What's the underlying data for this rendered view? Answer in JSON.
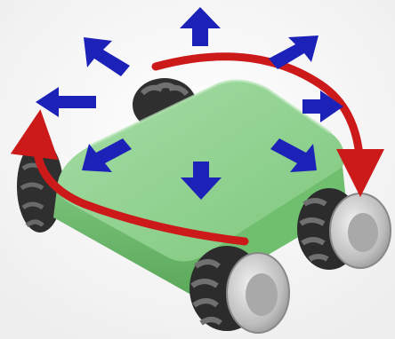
{
  "scene": {
    "subject": "mecanum-wheel-robot",
    "background_color": "#f5f5f5",
    "chassis_color": "#8fd18f",
    "arrow_color": "#1c22b8",
    "rotation_arrow_color": "#cc1a1a",
    "wheel_hub_color": "#bdbdbd",
    "roller_color": "#3a3a3a",
    "icons": {
      "translation_arrows": [
        "up",
        "up-left",
        "up-right",
        "left",
        "right",
        "down",
        "down-left",
        "down-right"
      ],
      "rotation_arrows": [
        "rotate-clockwise-arc",
        "rotate-counterclockwise-arc"
      ]
    }
  }
}
